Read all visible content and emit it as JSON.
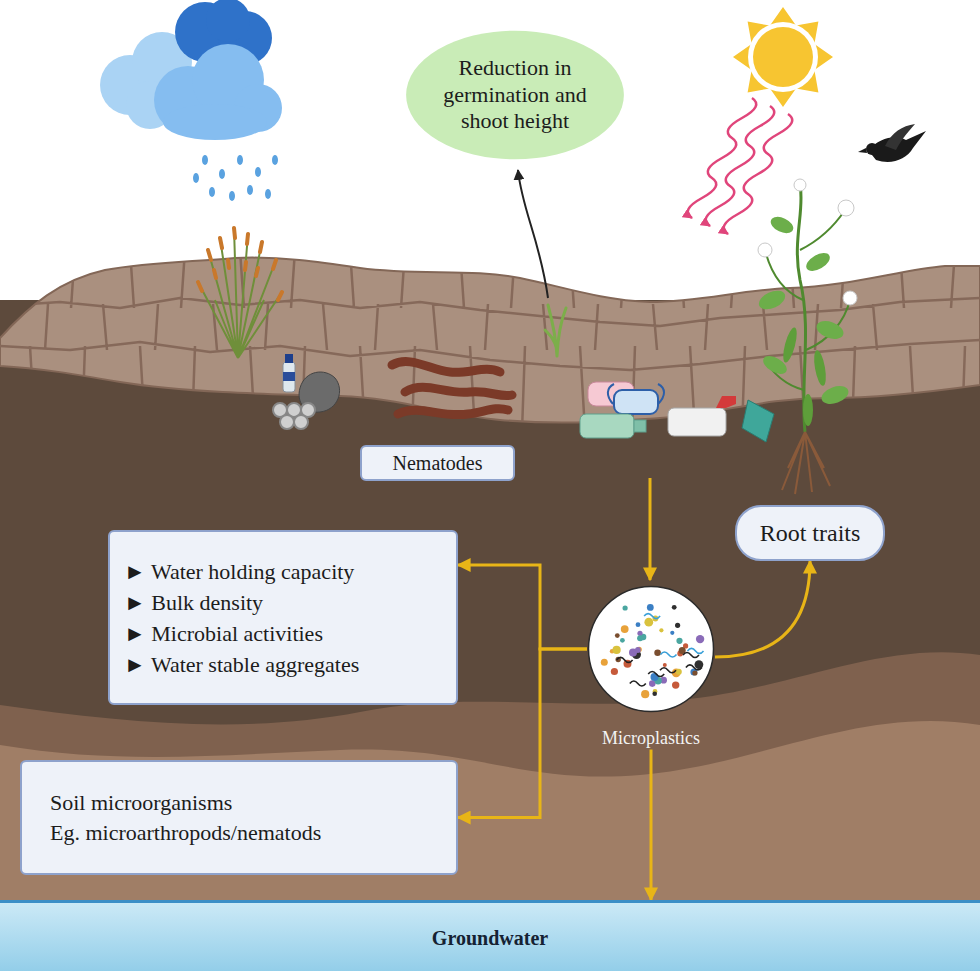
{
  "diagram": {
    "nodes": [
      {
        "text": [
          "Reduction in germination and shoot height"
        ]
      },
      {
        "text": [
          "Nematodes"
        ]
      },
      {
        "text": [
          "Root traits"
        ]
      },
      {
        "text": [
          "► Water holding capacity",
          "► Bulk density",
          "► Microbial activities",
          "► Water stable aggregates"
        ]
      },
      {
        "text": [
          "Microplastics"
        ]
      },
      {
        "text": [
          "Soil microorganisms",
          "Eg. microarthropods/nematods"
        ]
      },
      {
        "text": [
          "Groundwater"
        ]
      }
    ],
    "edges": [
      {
        "from": 4,
        "to": 2,
        "arrow": "to"
      },
      {
        "from": 4,
        "to": 3,
        "arrow": "to"
      },
      {
        "from": 4,
        "to": 5,
        "arrow": "to"
      },
      {
        "from": 4,
        "to": 6,
        "arrow": "to"
      }
    ]
  }
}
